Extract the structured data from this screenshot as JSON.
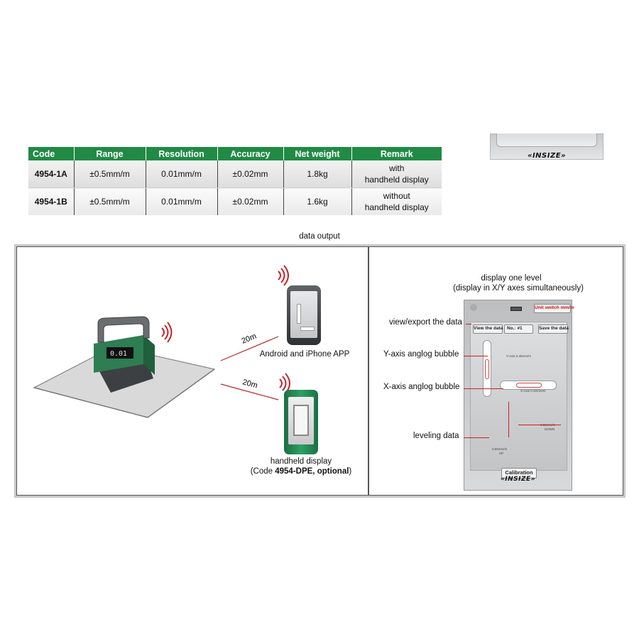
{
  "table": {
    "headers": [
      "Code",
      "Range",
      "Resolution",
      "Accuracy",
      "Net weight",
      "Remark"
    ],
    "rows": [
      {
        "code": "4954-1A",
        "range": "±0.5mm/m",
        "resolution": "0.01mm/m",
        "accuracy": "±0.02mm",
        "weight": "1.8kg",
        "remark_line1": "with",
        "remark_line2": "handheld display"
      },
      {
        "code": "4954-1B",
        "range": "±0.5mm/m",
        "resolution": "0.01mm/m",
        "accuracy": "±0.02mm",
        "weight": "1.6kg",
        "remark_line1": "without",
        "remark_line2": "handheld display"
      }
    ]
  },
  "brand": {
    "logo": "INSIZE"
  },
  "section_label": "data output",
  "left_panel": {
    "distance_phone": "20m",
    "distance_handheld": "20m",
    "phone_label": "Android and iPhone APP",
    "handheld_label": "handheld display",
    "handheld_code_prefix": "(Code ",
    "handheld_code_bold": "4954-DPE, optional",
    "handheld_code_suffix": ")",
    "device_readout": "0.01"
  },
  "right_panel": {
    "title_line1": "display one level",
    "title_line2": "(display in X/Y axes simultaneously)",
    "callouts": {
      "view_export": "view/export the data",
      "y_bubble": "Y-axis anglog bubble",
      "x_bubble": "X-axis anglog bubble",
      "leveling": "leveling data"
    },
    "app": {
      "unit_switch": "Unit switch mm/m",
      "view_data": "View the data",
      "no_label": "No.: #1",
      "save_data": "Save the data",
      "y_axis_text": "Y-Axis 0.45mm/m",
      "x_axis_text": "X-Axis 0.32mm/m",
      "down_value": "0.55mm/m",
      "down_label": "DOWN",
      "up_value": "0.55mm/m",
      "up_label": "UP",
      "calibration": "Calibration"
    }
  },
  "colors": {
    "header_green": "#218a45",
    "device_green": "#1f8a55",
    "signal_red": "#c0262b"
  }
}
